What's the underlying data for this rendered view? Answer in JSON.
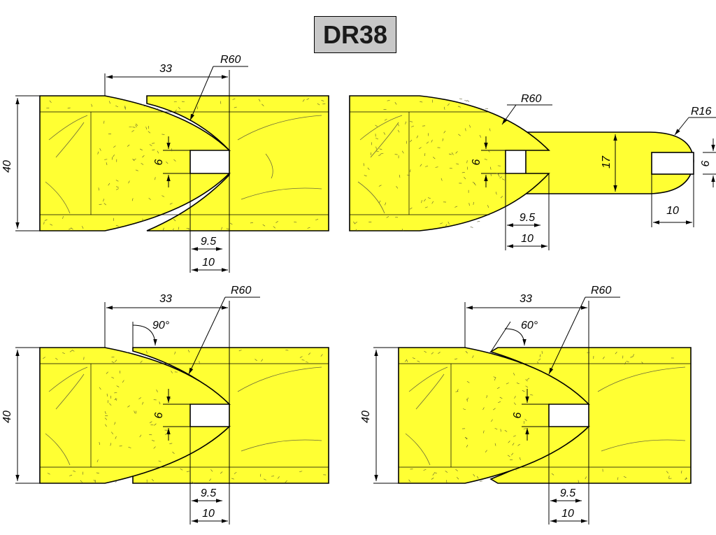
{
  "title": "DR38",
  "colors": {
    "wood": "#ffff33",
    "title_bg": "#c8c8c8",
    "outline": "#000000"
  },
  "panels": [
    {
      "id": "top-left",
      "labels": {
        "width_33": "33",
        "radius": "R60",
        "height": "40",
        "groove": "6",
        "depth_a": "9.5",
        "depth_b": "10"
      }
    },
    {
      "id": "top-right",
      "labels": {
        "radius": "R60",
        "radius_small": "R16",
        "tongue": "17",
        "groove": "6",
        "groove_right": "6",
        "depth_a": "9.5",
        "depth_b": "10",
        "depth_right": "10"
      }
    },
    {
      "id": "bottom-left",
      "labels": {
        "width_33": "33",
        "radius": "R60",
        "angle": "90°",
        "height": "40",
        "groove": "6",
        "depth_a": "9.5",
        "depth_b": "10"
      }
    },
    {
      "id": "bottom-right",
      "labels": {
        "width_33": "33",
        "radius": "R60",
        "angle": "60°",
        "height": "40",
        "groove": "6",
        "depth_a": "9.5",
        "depth_b": "10"
      }
    }
  ]
}
